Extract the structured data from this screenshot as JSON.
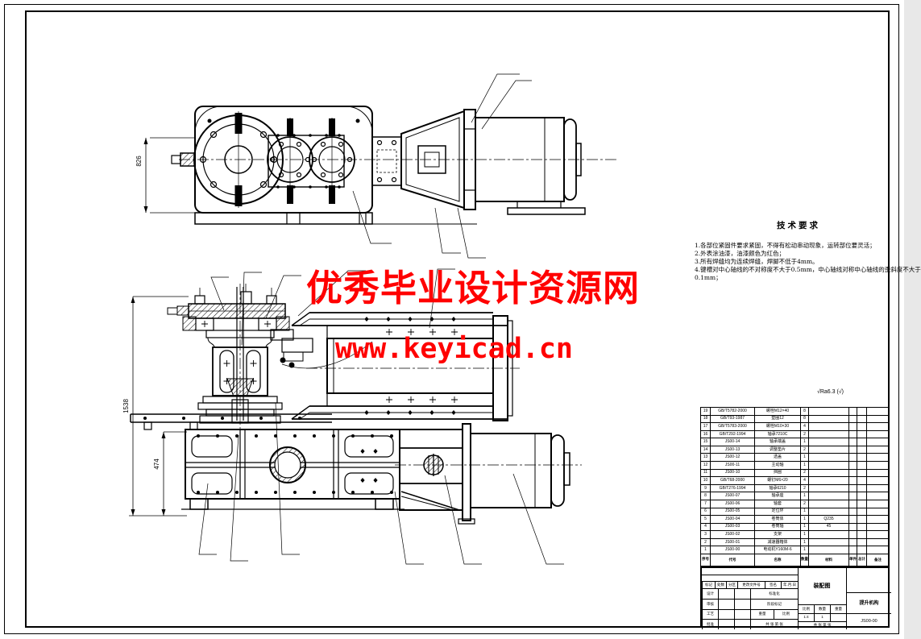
{
  "watermark": {
    "line1": "优秀毕业设计资源网",
    "line2": "www.keyicad.cn",
    "color": "#ff0000"
  },
  "tech": {
    "title": "技术要求",
    "items": [
      "1.各部位紧固件要求紧固，不得有松动串动现象，运转部位要灵活；",
      "2.外表涂油漆，油漆颜色为红色；",
      "3.所有焊缝均为连续焊缝，焊脚不低于4mm。",
      "4.键槽对中心轴线的不对称度不大于0.5mm，中心轴线对称中心轴线的歪斜度不大于",
      "0.1mm；"
    ]
  },
  "roughness_note": "√Ra6.3 (√)",
  "dims": {
    "d826": "826",
    "d1538": "1538",
    "d474": "474"
  },
  "bom": {
    "headers": {
      "no": "序号",
      "code": "代号",
      "name": "名称",
      "qty": "数量",
      "material": "材料",
      "single": "单件",
      "total": "总计",
      "remark": "备注"
    },
    "rows": [
      {
        "no": "19",
        "code": "GB/T5782-2000",
        "name": "螺栓M12×40",
        "qty": "8",
        "material": "",
        "remark": ""
      },
      {
        "no": "18",
        "code": "GB/T93-1987",
        "name": "垫圈12",
        "qty": "8",
        "material": "",
        "remark": ""
      },
      {
        "no": "17",
        "code": "GB/T5783-2000",
        "name": "螺栓M10×30",
        "qty": "4",
        "material": "",
        "remark": ""
      },
      {
        "no": "16",
        "code": "GB/T292-1994",
        "name": "轴承7210C",
        "qty": "2",
        "material": "",
        "remark": ""
      },
      {
        "no": "15",
        "code": "JS00-14",
        "name": "轴承端盖",
        "qty": "1",
        "material": "",
        "remark": ""
      },
      {
        "no": "14",
        "code": "JS00-13",
        "name": "调整垫片",
        "qty": "2",
        "material": "",
        "remark": ""
      },
      {
        "no": "13",
        "code": "JS00-12",
        "name": "透盖",
        "qty": "1",
        "material": "",
        "remark": ""
      },
      {
        "no": "12",
        "code": "JS00-11",
        "name": "主动轴",
        "qty": "1",
        "material": "",
        "remark": ""
      },
      {
        "no": "11",
        "code": "JS00-10",
        "name": "挡圈",
        "qty": "2",
        "material": "",
        "remark": ""
      },
      {
        "no": "10",
        "code": "GB/T68-2000",
        "name": "螺钉M6×20",
        "qty": "4",
        "material": "",
        "remark": ""
      },
      {
        "no": "9",
        "code": "GB/T276-1994",
        "name": "轴承6210",
        "qty": "2",
        "material": "",
        "remark": ""
      },
      {
        "no": "8",
        "code": "JS00-07",
        "name": "轴承座",
        "qty": "1",
        "material": "",
        "remark": ""
      },
      {
        "no": "7",
        "code": "JS00-06",
        "name": "轴套",
        "qty": "2",
        "material": "",
        "remark": ""
      },
      {
        "no": "6",
        "code": "JS00-05",
        "name": "定位环",
        "qty": "1",
        "material": "",
        "remark": ""
      },
      {
        "no": "5",
        "code": "JS00-04",
        "name": "卷筒体",
        "qty": "1",
        "material": "Q235",
        "remark": ""
      },
      {
        "no": "4",
        "code": "JS00-03",
        "name": "卷筒轴",
        "qty": "1",
        "material": "45",
        "remark": ""
      },
      {
        "no": "3",
        "code": "JS00-02",
        "name": "支架",
        "qty": "1",
        "material": "",
        "remark": ""
      },
      {
        "no": "2",
        "code": "JS00-01",
        "name": "减速器箱体",
        "qty": "1",
        "material": "",
        "remark": ""
      },
      {
        "no": "1",
        "code": "JS00-00",
        "name": "电动机Y160M-6",
        "qty": "1",
        "material": "",
        "remark": ""
      }
    ]
  },
  "title_block": {
    "name_cell": "装配图",
    "org_cell": "提升机构",
    "drawing_no": "JS00-00",
    "head_labels": [
      "标记",
      "处数",
      "分区",
      "更改文件号",
      "签名",
      "年.月.日"
    ],
    "row_labels": [
      "设计",
      "审核",
      "工艺",
      "批准"
    ],
    "right_labels": {
      "standardize": "标准化",
      "stage": "阶段标记",
      "weight": "重量",
      "scale": "比例",
      "sheet": "共 张 第 张"
    },
    "center": {
      "scale_label": "比例",
      "qty_label": "数量",
      "weight_label": "重量",
      "scale_value": "1:4",
      "qty_value": "1",
      "weight_value": ""
    }
  }
}
